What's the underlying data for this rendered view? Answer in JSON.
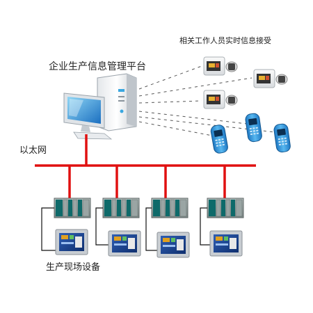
{
  "title": "企业生产信息管理平台",
  "notify_caption": "相关工作人员实时信息接受",
  "network_label": "以太网",
  "field_label": "生产现场设备",
  "colors": {
    "ethernet": "#e01010",
    "plc_body": "#8f9a98",
    "plc_accent": "#0e6a6a",
    "hmi_frame": "#c8cdd2",
    "hmi_screen": "#3a66b8",
    "phone": "#2a8fd8",
    "watch": "#3b3b3b"
  },
  "icons": {
    "computer": "desktop-computer-icon",
    "watch": "smartwatch-icon",
    "phone": "mobile-phone-icon",
    "plc": "plc-rack-icon",
    "hmi": "hmi-touch-panel-icon"
  }
}
